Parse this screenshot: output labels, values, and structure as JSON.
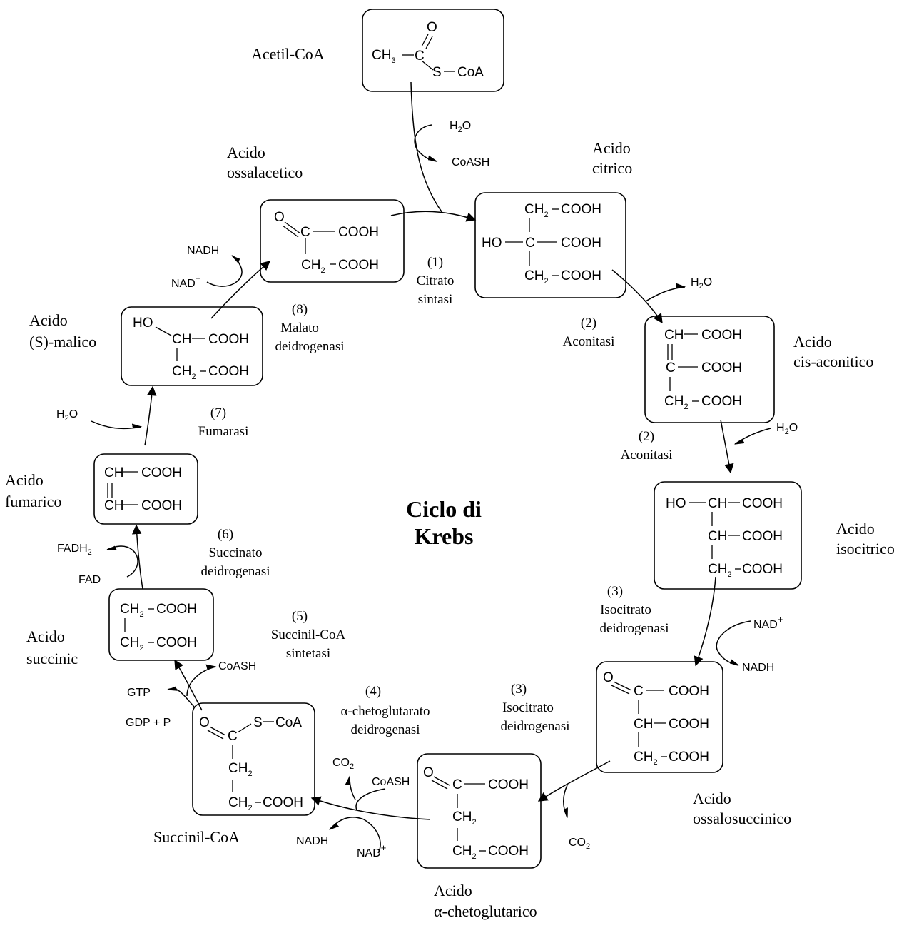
{
  "title": [
    "Ciclo di",
    "Krebs"
  ],
  "names": {
    "acetil": "Acetil-CoA",
    "ossalacetico": [
      "Acido",
      "ossalacetico"
    ],
    "citrico": [
      "Acido",
      "citrico"
    ],
    "cisaconitico": [
      "Acido",
      "cis-aconitico"
    ],
    "isocitrico": [
      "Acido",
      "isocitrico"
    ],
    "ossalosuccinico": [
      "Acido",
      "ossalosuccinico"
    ],
    "chetoglutarico": [
      "Acido",
      "α-chetoglutarico"
    ],
    "succinilcoa": "Succinil-CoA",
    "succinic": [
      "Acido",
      "succinic"
    ],
    "fumarico": [
      "Acido",
      "fumarico"
    ],
    "malico": [
      "Acido",
      "(S)-malico"
    ]
  },
  "enzymes": {
    "e1": [
      "(1)",
      "Citrato",
      "sintasi"
    ],
    "e2a": [
      "(2)",
      "Aconitasi"
    ],
    "e2b": [
      "(2)",
      "Aconitasi"
    ],
    "e3a": [
      "(3)",
      "Isocitrato",
      "deidrogenasi"
    ],
    "e3b": [
      "(3)",
      "Isocitrato",
      "deidrogenasi"
    ],
    "e4": [
      "(4)",
      "α-chetoglutarato",
      "deidrogenasi"
    ],
    "e5": [
      "(5)",
      "Succinil-CoA",
      "sintetasi"
    ],
    "e6": [
      "(6)",
      "Succinato",
      "deidrogenasi"
    ],
    "e7": [
      "(7)",
      "Fumarasi"
    ],
    "e8": [
      "(8)",
      "Malato",
      "deidrogenasi"
    ]
  },
  "cofactors": {
    "h2o": "H",
    "h2o_tail": "O",
    "two": "2",
    "coash": "CoASH",
    "nad": "NAD",
    "plus": "+",
    "nadh": "NADH",
    "co": "CO",
    "fad": "FAD",
    "fadh": "FADH",
    "gtp": "GTP",
    "gdp": "GDP + P"
  },
  "atoms": {
    "O": "O",
    "C": "C",
    "S": "S",
    "CoA": "CoA",
    "CH": "CH",
    "CH3": "CH",
    "three": "3",
    "COOH": "COOH",
    "HO": "HO",
    "two": "2"
  }
}
